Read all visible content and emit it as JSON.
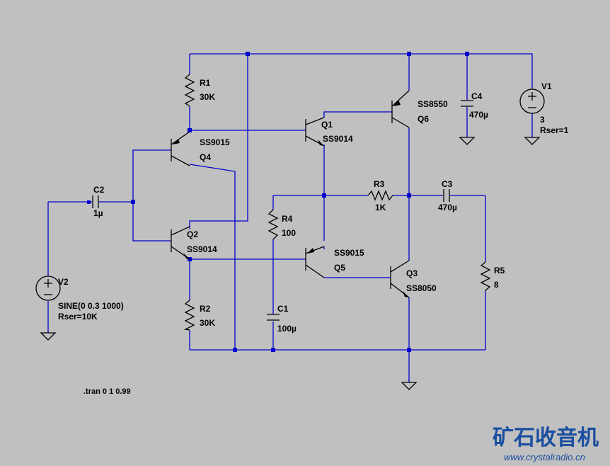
{
  "components": {
    "R1": {
      "name": "R1",
      "value": "30K"
    },
    "R2": {
      "name": "R2",
      "value": "30K"
    },
    "R3": {
      "name": "R3",
      "value": "1K"
    },
    "R4": {
      "name": "R4",
      "value": "100"
    },
    "R5": {
      "name": "R5",
      "value": "8"
    },
    "C1": {
      "name": "C1",
      "value": "100µ"
    },
    "C2": {
      "name": "C2",
      "value": "1µ"
    },
    "C3": {
      "name": "C3",
      "value": "470µ"
    },
    "C4": {
      "name": "C4",
      "value": "470µ"
    },
    "Q1": {
      "name": "Q1",
      "value": "SS9014"
    },
    "Q2": {
      "name": "Q2",
      "value": "SS9014"
    },
    "Q3": {
      "name": "Q3",
      "value": "SS8050"
    },
    "Q4": {
      "name": "Q4",
      "value": "SS9015"
    },
    "Q5": {
      "name": "Q5",
      "value": "SS9015"
    },
    "Q6": {
      "name": "Q6",
      "value": "SS8550"
    },
    "V1": {
      "name": "V1",
      "value": "3",
      "extra": "Rser=1"
    },
    "V2": {
      "name": "V2",
      "value": "SINE(0 0.3 1000)",
      "extra": "Rser=10K"
    }
  },
  "directive": ".tran 0 1 0.99",
  "watermark": {
    "title": "矿石收音机",
    "url": "www.crystalradio.cn"
  },
  "colors": {
    "wire": "#0000cc",
    "background": "#c0c0c0",
    "watermark": "#1a4fa0"
  }
}
